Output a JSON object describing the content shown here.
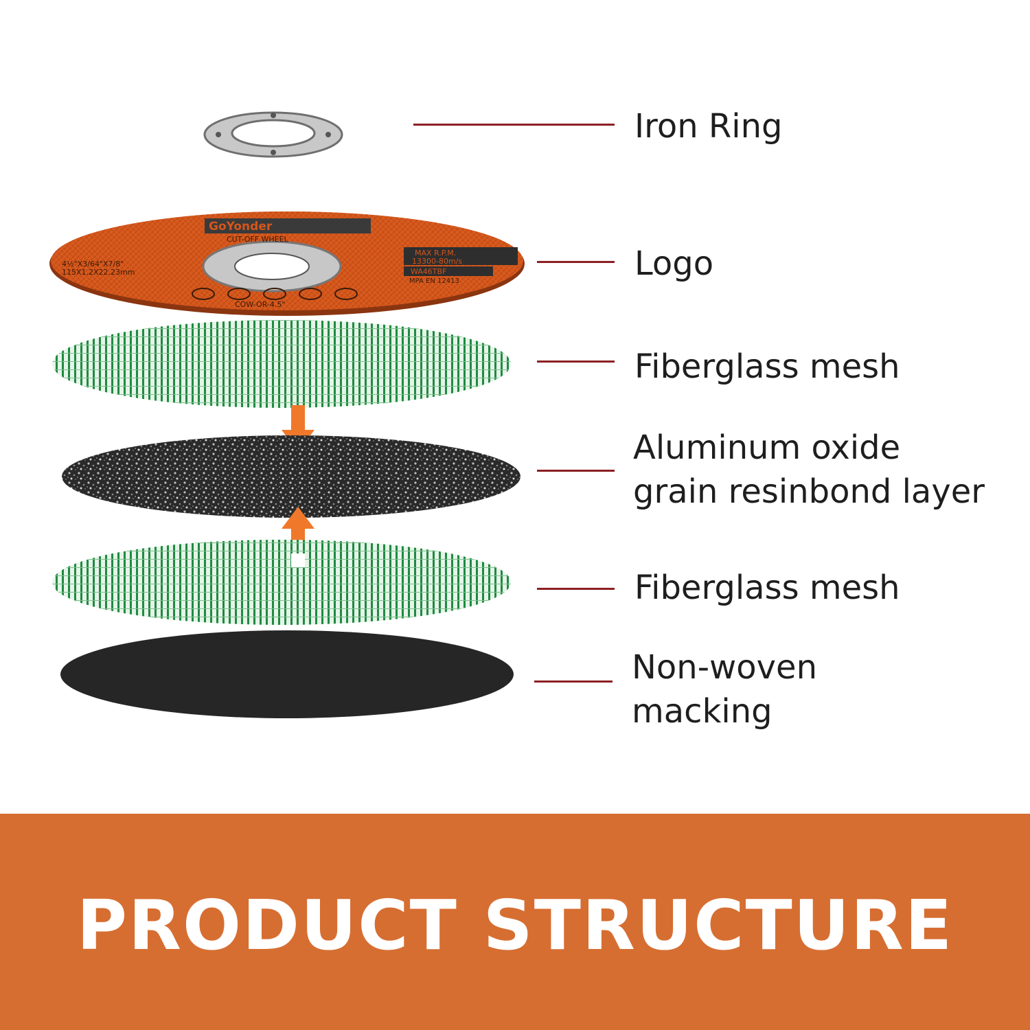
{
  "colors": {
    "leader": "#8b1f23",
    "banner": "#d66e32",
    "arrow": "#f0782a",
    "disc_orange": "#d4561b",
    "mesh_green": "#1f8a42",
    "grain_dark": "#2a2a2a",
    "backing": "#262626",
    "ring_silver": "#c8c8c8"
  },
  "parts": [
    {
      "id": "iron-ring",
      "icon": "iron-ring-icon",
      "label": [
        "Iron Ring"
      ]
    },
    {
      "id": "logo",
      "icon": "logo-disc-icon",
      "label": [
        "Logo"
      ]
    },
    {
      "id": "fiberglass-top",
      "icon": "fiberglass-mesh-icon",
      "label": [
        "Fiberglass mesh"
      ]
    },
    {
      "id": "grain",
      "icon": "aluminum-oxide-grain-icon",
      "label": [
        "Aluminum oxide",
        "grain resinbond layer"
      ]
    },
    {
      "id": "fiberglass-bottom",
      "icon": "fiberglass-mesh-icon",
      "label": [
        "Fiberglass mesh"
      ]
    },
    {
      "id": "backing",
      "icon": "non-woven-backing-icon",
      "label": [
        "Non-woven",
        "macking"
      ]
    }
  ],
  "disc_print": {
    "brand": "GoYonder",
    "subtitle": "CUT-OFF WHEEL",
    "size_inch": "4½\"X3/64\"X7/8\"",
    "size_mm": "115X1.2X22.23mm",
    "max_rpm_label": "MAX R.P.M.",
    "max_rpm_value": "13300-80m/s",
    "grit_code": "WA46TBF",
    "standard": "MPA EN 12413",
    "model": "COW-OR-4.5\""
  },
  "banner": {
    "title": "PRODUCT STRUCTURE"
  }
}
